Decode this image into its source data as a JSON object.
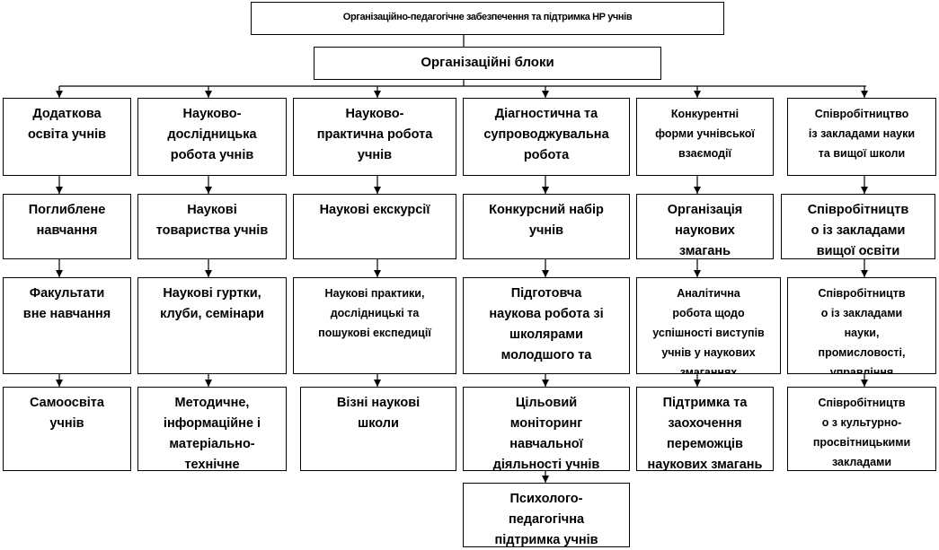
{
  "title": "Організаційно-педагогічне забезпечення та підтримка НР учнів",
  "subtitle": "Організаційні блоки",
  "columns": [
    {
      "name": "dodatkova-osvita",
      "boxes": [
        "Додаткова\nосвіта учнів",
        "Поглиблене\nнавчання",
        "Факультати\nвне навчання",
        "Самоосвіта\nучнів"
      ]
    },
    {
      "name": "naukovo-doslidnytska",
      "boxes": [
        "Науково-\nдослідницька\nробота учнів",
        "Наукові\nтовариства учнів",
        "Наукові гуртки,\nклуби, семінари",
        "Методичне,\nінформаційне і\nматеріально-\nтехнічне"
      ]
    },
    {
      "name": "naukovo-praktychna",
      "boxes": [
        "Науково-\nпрактична робота\nучнів",
        "Наукові екскурсії",
        "Наукові практики,\nдослідницькі та\nпошукові експедиції",
        "Візні наукові\nшколи"
      ]
    },
    {
      "name": "diagnostychna",
      "boxes": [
        "Діагностична та\nсупроводжувальна\nробота",
        "Конкурсний набір\nучнів",
        "Підготовча\nнаукова робота зі\nшколярами\nмолодшого та",
        "Цільовий\nмоніторинг\nнавчальної\nдіяльності учнів",
        "Психолого-\nпедагогічна\nпідтримка учнів"
      ]
    },
    {
      "name": "konkurentni-formy",
      "boxes": [
        "Конкурентні\nформи учнівської\nвзаємодії",
        "Організація\nнаукових\nзмагань",
        "Аналітична\nробота щодо\nуспішності виступів\nучнів у наукових\nзмаганнях",
        "Підтримка та\nзаохочення\nпереможців\nнаукових змагань"
      ]
    },
    {
      "name": "spivrobitnytstvo",
      "boxes": [
        "Співробітництво\nіз закладами науки\nта вищої школи",
        "Співробітництв\nо із закладами\nвищої освіти",
        "Співробітництв\nо із закладами\nнауки,\nпромисловості,\nуправління",
        "Співробітництв\nо з культурно-\nпросвітницькими\nзакладами"
      ]
    }
  ]
}
